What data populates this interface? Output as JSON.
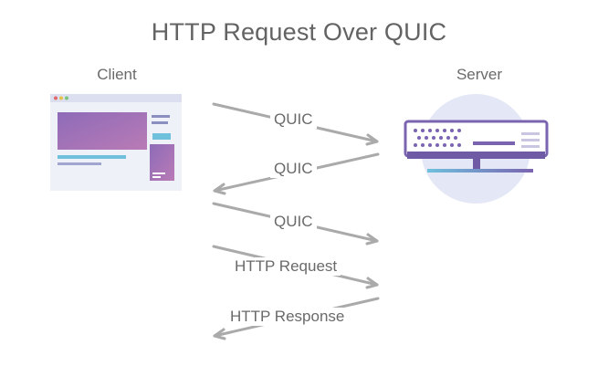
{
  "diagram": {
    "title": "HTTP Request Over QUIC",
    "client_label": "Client",
    "server_label": "Server",
    "messages": [
      {
        "label": "QUIC",
        "direction": "client-to-server"
      },
      {
        "label": "QUIC",
        "direction": "server-to-client"
      },
      {
        "label": "QUIC",
        "direction": "client-to-server"
      },
      {
        "label": "HTTP Request",
        "direction": "client-to-server"
      },
      {
        "label": "HTTP Response",
        "direction": "server-to-client"
      }
    ]
  },
  "colors": {
    "line_top": "#6fc0dd",
    "line_bottom": "#7a64b0",
    "server_line_top": "#c07ab8",
    "arrow": "#aaaaaa",
    "text": "#6a6a6a"
  },
  "icons": {
    "client": "browser-window-icon",
    "server": "server-rack-icon"
  }
}
